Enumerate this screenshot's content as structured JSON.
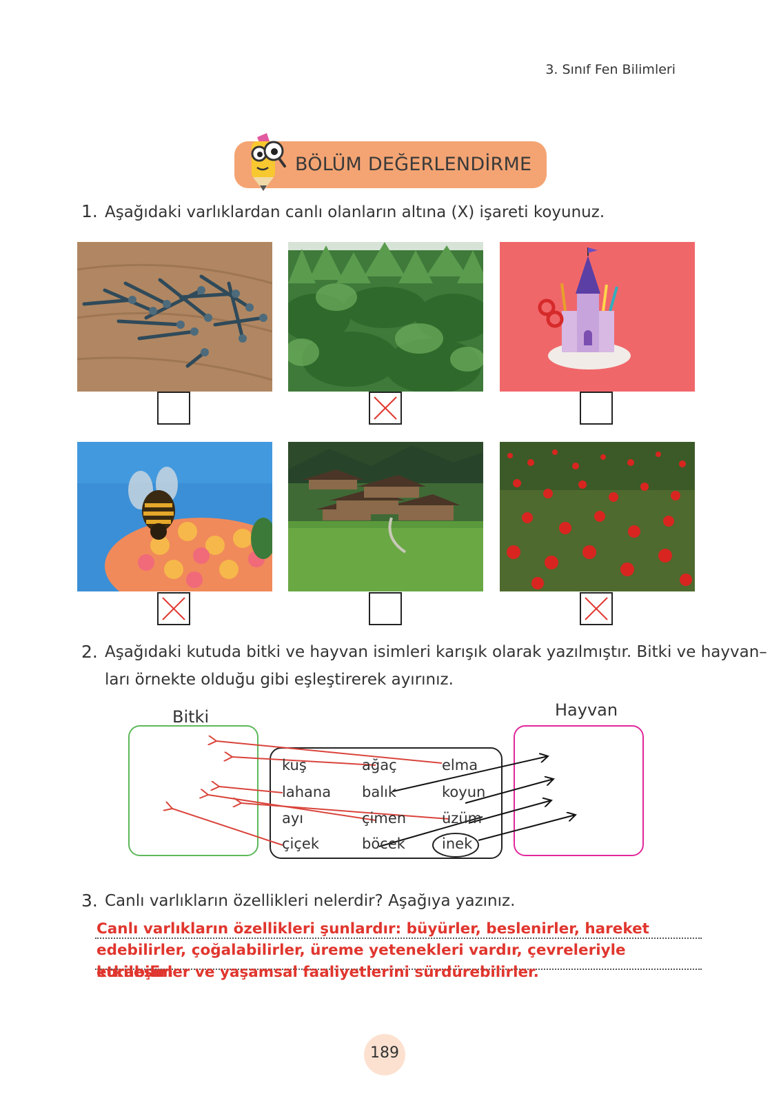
{
  "header": {
    "subject": "3. Sınıf Fen Bilimleri"
  },
  "banner": {
    "title": "BÖLÜM DEĞERLENDİRME"
  },
  "q1": {
    "number": "1.",
    "text": "Aşağıdaki varlıklardan canlı olanların altına (X) işareti koyunuz.",
    "items": [
      {
        "subject": "nails",
        "checked": false
      },
      {
        "subject": "forest",
        "checked": true
      },
      {
        "subject": "pencil-holder-castle",
        "checked": false
      },
      {
        "subject": "bee-on-flower",
        "checked": true
      },
      {
        "subject": "village-houses",
        "checked": false
      },
      {
        "subject": "poppy-field",
        "checked": true
      }
    ]
  },
  "q2": {
    "number": "2.",
    "text_line1": "Aşağıdaki kutuda bitki ve hayvan isimleri karışık olarak yazılmıştır. Bitki ve hayvan–",
    "text_line2": "ları örnekte olduğu gibi eşleştirerek ayırınız.",
    "label_plant": "Bitki",
    "label_animal": "Hayvan",
    "words": {
      "col1": [
        "kuş",
        "lahana",
        "ayı",
        "çiçek"
      ],
      "col2": [
        "ağaç",
        "balık",
        "çimen",
        "böcek"
      ],
      "col3": [
        "elma",
        "koyun",
        "üzüm",
        "inek"
      ]
    },
    "colors": {
      "plant_box": "#5db85a",
      "animal_box": "#e0269a",
      "plant_arrow": "#d9433a",
      "animal_arrow": "#111111"
    }
  },
  "q3": {
    "number": "3.",
    "text": "Canlı varlıkların özellikleri nelerdir? Aşağıya yazınız.",
    "answer_line1": "Canlı varlıkların özellikleri şunlardır: büyürler, beslenirler, hareket",
    "answer_line2": "edebilirler, çoğalabilirler, üreme yetenekleri vardır, çevreleriyle etkileşim",
    "answer_line3": "kurabilirler ve yaşamsal faaliyetlerini sürdürebilirler."
  },
  "page": {
    "number": "189"
  }
}
